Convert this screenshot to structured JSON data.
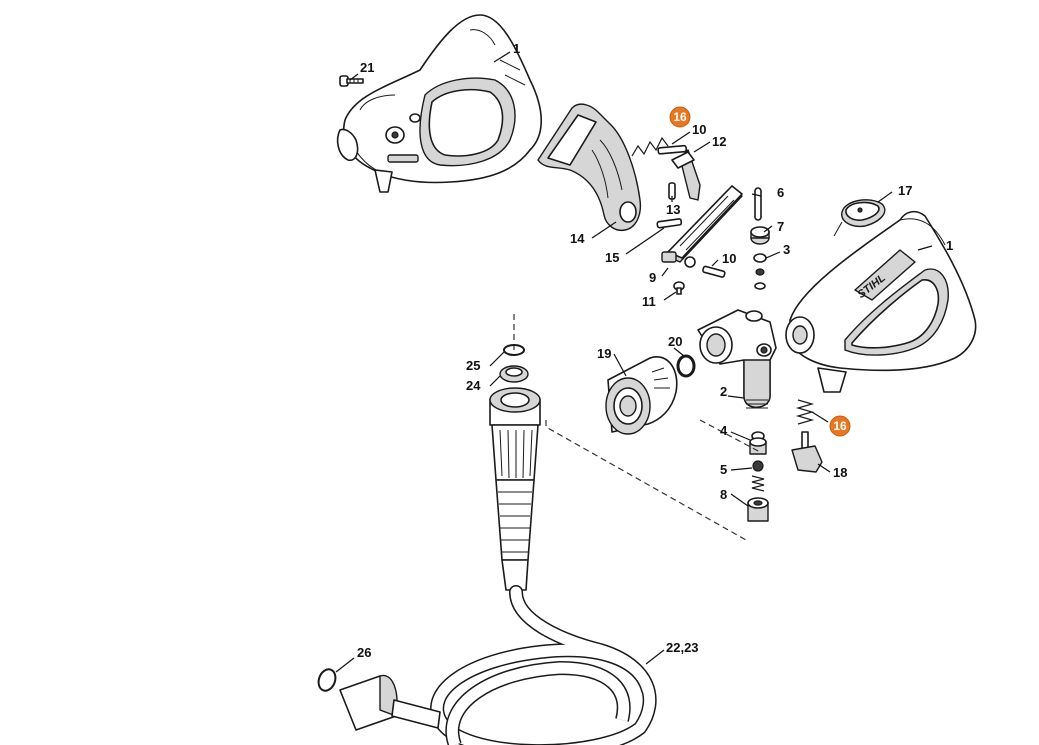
{
  "highlight_color": "#e87722",
  "callouts": [
    {
      "id": "c21",
      "text": "21"
    },
    {
      "id": "c1a",
      "text": "1"
    },
    {
      "id": "c16a",
      "text": "16",
      "highlighted": true
    },
    {
      "id": "c10a",
      "text": "10"
    },
    {
      "id": "c12",
      "text": "12"
    },
    {
      "id": "c6",
      "text": "6"
    },
    {
      "id": "c17",
      "text": "17"
    },
    {
      "id": "c1b",
      "text": "1"
    },
    {
      "id": "c13",
      "text": "13"
    },
    {
      "id": "c7",
      "text": "7"
    },
    {
      "id": "c14",
      "text": "14"
    },
    {
      "id": "c3",
      "text": "3"
    },
    {
      "id": "c15",
      "text": "15"
    },
    {
      "id": "c10b",
      "text": "10"
    },
    {
      "id": "c9",
      "text": "9"
    },
    {
      "id": "c11",
      "text": "11"
    },
    {
      "id": "c20",
      "text": "20"
    },
    {
      "id": "c25",
      "text": "25"
    },
    {
      "id": "c19",
      "text": "19"
    },
    {
      "id": "c24",
      "text": "24"
    },
    {
      "id": "c2",
      "text": "2"
    },
    {
      "id": "c16b",
      "text": "16",
      "highlighted": true
    },
    {
      "id": "c4",
      "text": "4"
    },
    {
      "id": "c18",
      "text": "18"
    },
    {
      "id": "c5",
      "text": "5"
    },
    {
      "id": "c8",
      "text": "8"
    },
    {
      "id": "c22_23",
      "text": "22,23"
    },
    {
      "id": "c26",
      "text": "26"
    }
  ],
  "logo": {
    "text": "STIHL"
  }
}
